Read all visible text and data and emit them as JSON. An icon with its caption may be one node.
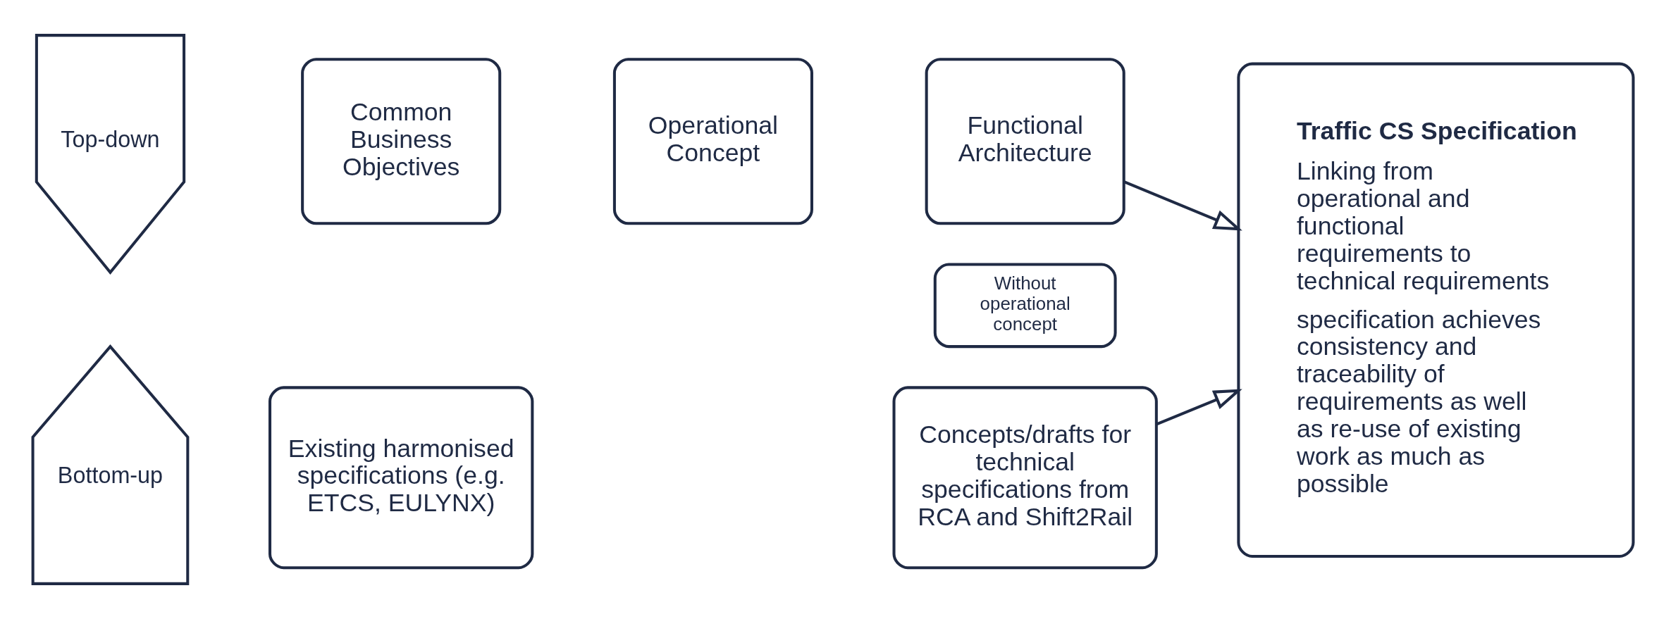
{
  "diagram": {
    "nodes": [
      {
        "text": [
          "Top-down"
        ]
      },
      {
        "text": [
          "Common Business Objectives"
        ]
      },
      {
        "text": [
          "Operational Concept"
        ]
      },
      {
        "text": [
          "Functional Architecture"
        ]
      },
      {
        "text": [
          "Traffic CS Specification",
          "Linking from operational and functional requirements to technical requirements",
          "specification achieves consistency and traceability of requirements as well as re-use of existing work as much as possible"
        ]
      },
      {
        "text": [
          "Bottom-up"
        ]
      },
      {
        "text": [
          "Existing harmonised specifications (e.g. ETCS, EULYNX)"
        ]
      },
      {
        "text": [
          "Concepts/drafts for technical specifications from RCA and Shift2Rail"
        ]
      },
      {
        "text": [
          "Without operational concept"
        ]
      }
    ],
    "edges": [
      {
        "from": 3,
        "to": 4,
        "arrow": "to"
      },
      {
        "from": 7,
        "to": 4,
        "arrow": "to"
      }
    ]
  }
}
